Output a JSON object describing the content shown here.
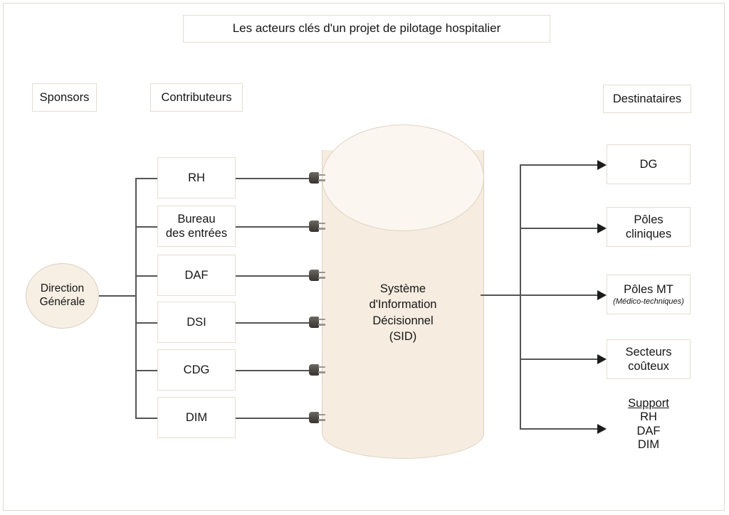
{
  "diagram": {
    "title": "Les acteurs clés d'un projet de pilotage hospitalier",
    "columns": {
      "sponsors_label": "Sponsors",
      "contributors_label": "Contributeurs",
      "recipients_label": "Destinataires"
    },
    "sponsor": {
      "name": "Direction\nGénérale",
      "line1": "Direction",
      "line2": "Générale"
    },
    "contributors": [
      {
        "label": "RH"
      },
      {
        "label": "Bureau\ndes entrées",
        "line1": "Bureau",
        "line2": "des entrées"
      },
      {
        "label": "DAF"
      },
      {
        "label": "DSI"
      },
      {
        "label": "CDG"
      },
      {
        "label": "DIM"
      }
    ],
    "core": {
      "line1": "Système",
      "line2": "d'Information",
      "line3": "Décisionnel",
      "line4": "(SID)",
      "full": "Système d'Information Décisionnel (SID)"
    },
    "recipients": [
      {
        "label": "DG",
        "line1": "DG",
        "line2": "",
        "sub": ""
      },
      {
        "label": "Pôles cliniques",
        "line1": "Pôles",
        "line2": "cliniques",
        "sub": ""
      },
      {
        "label": "Pôles MT",
        "line1": "Pôles MT",
        "line2": "",
        "sub": "(Médico-techniques)"
      },
      {
        "label": "Secteurs coûteux",
        "line1": "Secteurs",
        "line2": "coûteux",
        "sub": ""
      }
    ],
    "support": {
      "heading": "Support",
      "items": [
        "RH",
        "DAF",
        "DIM"
      ]
    },
    "connector_count": 6,
    "colors": {
      "cylinder_body": "#f6ece0",
      "cylinder_top": "#fbf6ef",
      "ellipse_fill": "#f7efe3",
      "box_border": "#e4ddd1",
      "line": "#555555",
      "arrow": "#1c1c1c",
      "text": "#161616",
      "background": "#ffffff"
    }
  }
}
